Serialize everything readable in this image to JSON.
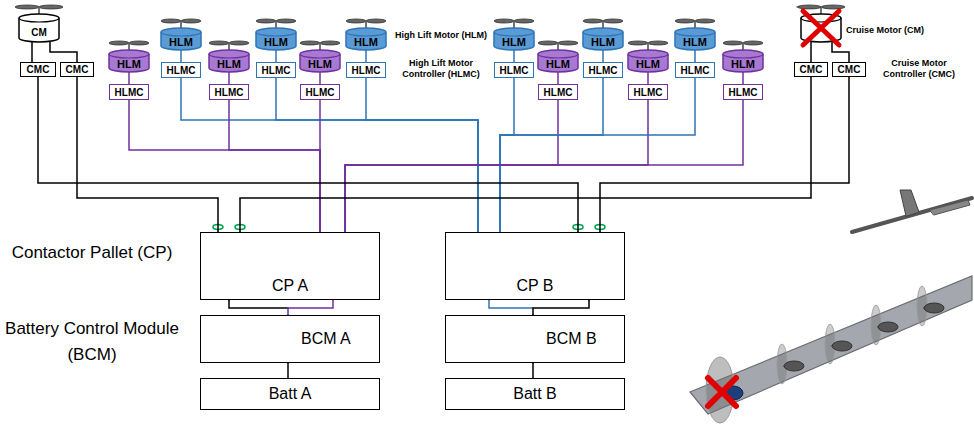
{
  "diagram": {
    "nodes": [
      {
        "text": [
          "CM"
        ]
      },
      {
        "text": [
          "HLM"
        ]
      },
      {
        "text": [
          "HLM"
        ]
      },
      {
        "text": [
          "HLM"
        ]
      },
      {
        "text": [
          "HLM"
        ]
      },
      {
        "text": [
          "HLM"
        ]
      },
      {
        "text": [
          "HLM"
        ]
      },
      {
        "text": [
          "HLM"
        ]
      },
      {
        "text": [
          "HLM"
        ]
      },
      {
        "text": [
          "HLM"
        ]
      },
      {
        "text": [
          "HLM"
        ]
      },
      {
        "text": [
          "HLM"
        ]
      },
      {
        "text": [
          "HLM"
        ]
      },
      {
        "text": [
          "HLMC"
        ]
      },
      {
        "text": [
          "HLMC"
        ]
      },
      {
        "text": [
          "HLMC"
        ]
      },
      {
        "text": [
          "HLMC"
        ]
      },
      {
        "text": [
          "HLMC"
        ]
      },
      {
        "text": [
          "HLMC"
        ]
      },
      {
        "text": [
          "HLMC"
        ]
      },
      {
        "text": [
          "HLMC"
        ]
      },
      {
        "text": [
          "HLMC"
        ]
      },
      {
        "text": [
          "HLMC"
        ]
      },
      {
        "text": [
          "HLMC"
        ]
      },
      {
        "text": [
          "HLMC"
        ]
      },
      {
        "text": [
          "CMC"
        ]
      },
      {
        "text": [
          "CMC"
        ]
      },
      {
        "text": [
          "CMC"
        ]
      },
      {
        "text": [
          "CMC"
        ]
      },
      {
        "text": [
          "CP A"
        ]
      },
      {
        "text": [
          "CP B"
        ]
      },
      {
        "text": [
          "BCM A"
        ]
      },
      {
        "text": [
          "BCM B"
        ]
      },
      {
        "text": [
          "Batt A"
        ]
      },
      {
        "text": [
          "Batt B"
        ]
      }
    ],
    "edges": [
      {
        "from": 0,
        "to": 25,
        "arrow": "none"
      },
      {
        "from": 0,
        "to": 26,
        "arrow": "none"
      },
      {
        "from": 1,
        "to": 13,
        "arrow": "none"
      },
      {
        "from": 2,
        "to": 14,
        "arrow": "none"
      },
      {
        "from": 3,
        "to": 15,
        "arrow": "none"
      },
      {
        "from": 4,
        "to": 16,
        "arrow": "none"
      },
      {
        "from": 5,
        "to": 17,
        "arrow": "none"
      },
      {
        "from": 6,
        "to": 18,
        "arrow": "none"
      },
      {
        "from": 7,
        "to": 19,
        "arrow": "none"
      },
      {
        "from": 8,
        "to": 20,
        "arrow": "none"
      },
      {
        "from": 9,
        "to": 21,
        "arrow": "none"
      },
      {
        "from": 10,
        "to": 22,
        "arrow": "none"
      },
      {
        "from": 11,
        "to": 23,
        "arrow": "none"
      },
      {
        "from": 12,
        "to": 24,
        "arrow": "none"
      },
      {
        "from": 13,
        "to": 29,
        "arrow": "none"
      },
      {
        "from": 14,
        "to": 30,
        "arrow": "none"
      },
      {
        "from": 15,
        "to": 29,
        "arrow": "none"
      },
      {
        "from": 16,
        "to": 30,
        "arrow": "none"
      },
      {
        "from": 17,
        "to": 29,
        "arrow": "none"
      },
      {
        "from": 18,
        "to": 30,
        "arrow": "none"
      },
      {
        "from": 19,
        "to": 30,
        "arrow": "none"
      },
      {
        "from": 20,
        "to": 29,
        "arrow": "none"
      },
      {
        "from": 21,
        "to": 30,
        "arrow": "none"
      },
      {
        "from": 22,
        "to": 29,
        "arrow": "none"
      },
      {
        "from": 23,
        "to": 30,
        "arrow": "none"
      },
      {
        "from": 24,
        "to": 29,
        "arrow": "none"
      },
      {
        "from": 25,
        "to": 30,
        "arrow": "none"
      },
      {
        "from": 26,
        "to": 29,
        "arrow": "none"
      },
      {
        "from": 27,
        "to": 29,
        "arrow": "none"
      },
      {
        "from": 28,
        "to": 30,
        "arrow": "none"
      },
      {
        "from": 29,
        "to": 31,
        "arrow": "none"
      },
      {
        "from": 30,
        "to": 32,
        "arrow": "none"
      },
      {
        "from": 31,
        "to": 33,
        "arrow": "none"
      },
      {
        "from": 32,
        "to": 34,
        "arrow": "none"
      }
    ],
    "labels": [
      "High Lift Motor (HLM)",
      "High Lift Motor Controller (HLMC)",
      "Cruise Motor (CM)",
      "Cruise Motor Controller (CMC)",
      "Contactor Pallet (CP)",
      "Battery Control Module (BCM)"
    ]
  }
}
